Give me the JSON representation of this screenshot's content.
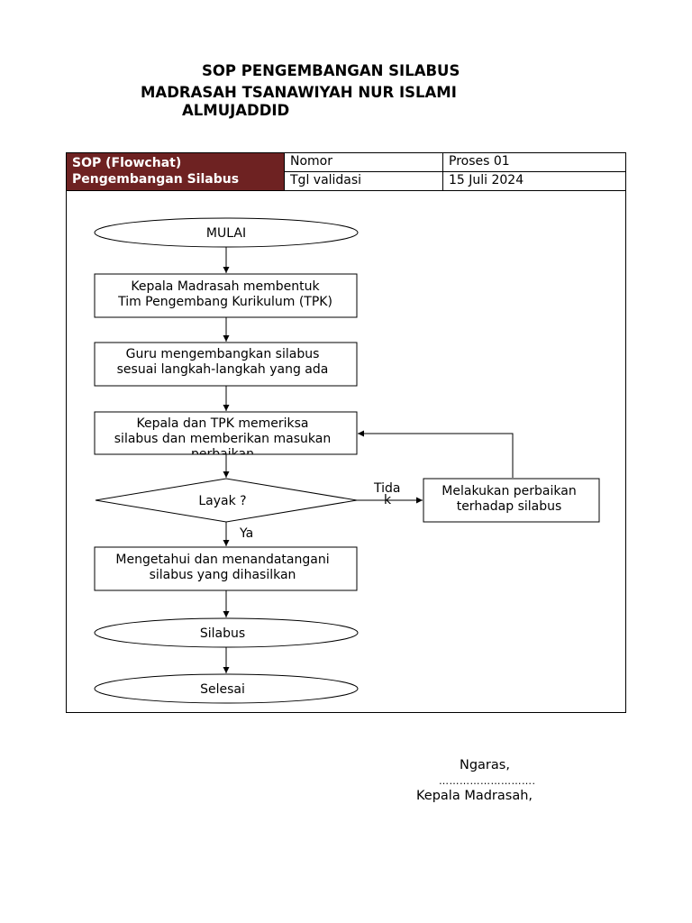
{
  "title": {
    "line1": "SOP PENGEMBANGAN SILABUS",
    "line2": "MADRASAH TSANAWIYAH NUR ISLAMI",
    "line3": "ALMUJADDID"
  },
  "header": {
    "sop_line1": "SOP (Flowchat)",
    "sop_line2": "Pengembangan Silabus",
    "nomor_label": "Nomor",
    "nomor_value": "Proses 01",
    "tgl_label": "Tgl validasi",
    "tgl_value": "15 Juli 2024",
    "accent_color": "#6e2222"
  },
  "flow": {
    "start": "MULAI",
    "step1_line1": "Kepala Madrasah membentuk",
    "step1_line2": "Tim Pengembang Kurikulum (TPK)",
    "step2_line1": "Guru mengembangkan silabus",
    "step2_line2": "sesuai langkah-langkah yang ada",
    "step3_line1": "Kepala  dan TPK memeriksa",
    "step3_line2": "silabus dan memberikan masukan",
    "step3_line3": "perbaikan",
    "decision": "Layak ?",
    "no_label": "Tida",
    "no_label_overflow": "k",
    "yes_label": "Ya",
    "fix_line1": "Melakukan perbaikan",
    "fix_line2": "terhadap silabus",
    "step4_line1": "Mengetahui dan menandatangani",
    "step4_line2": "silabus yang dihasilkan",
    "output": "Silabus",
    "end": "Selesai"
  },
  "signature": {
    "place": "Ngaras,",
    "date_blank": "……………………….",
    "role": "Kepala Madrasah,"
  }
}
